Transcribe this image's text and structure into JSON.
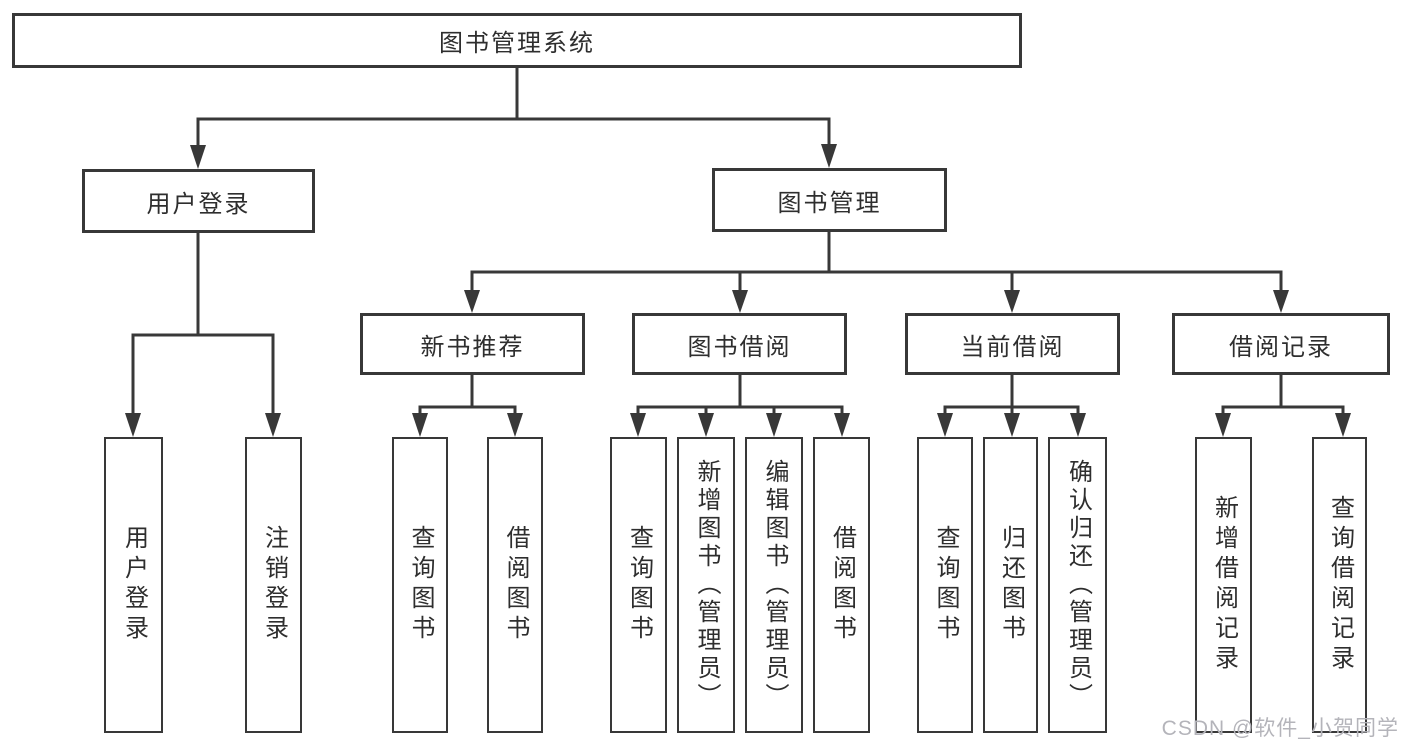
{
  "diagram": {
    "title": "图书管理系统",
    "watermark": "CSDN @软件_小贺同学",
    "colors": {
      "line": "#383838",
      "box_border": "#383838",
      "text": "#2e2e2e",
      "background": "#ffffff",
      "watermark": "#b4b4ba"
    },
    "tree": {
      "root": {
        "label": "图书管理系统",
        "children": [
          {
            "label": "用户登录",
            "children": [
              {
                "label": "用户登录"
              },
              {
                "label": "注销登录"
              }
            ]
          },
          {
            "label": "图书管理",
            "children": [
              {
                "label": "新书推荐",
                "children": [
                  {
                    "label": "查询图书"
                  },
                  {
                    "label": "借阅图书"
                  }
                ]
              },
              {
                "label": "图书借阅",
                "children": [
                  {
                    "label": "查询图书"
                  },
                  {
                    "label": "新增图书（管理员）"
                  },
                  {
                    "label": "编辑图书（管理员）"
                  },
                  {
                    "label": "借阅图书"
                  }
                ]
              },
              {
                "label": "当前借阅",
                "children": [
                  {
                    "label": "查询图书"
                  },
                  {
                    "label": "归还图书"
                  },
                  {
                    "label": "确认归还（管理员）"
                  }
                ]
              },
              {
                "label": "借阅记录",
                "children": [
                  {
                    "label": "新增借阅记录"
                  },
                  {
                    "label": "查询借阅记录"
                  }
                ]
              }
            ]
          }
        ]
      }
    }
  }
}
